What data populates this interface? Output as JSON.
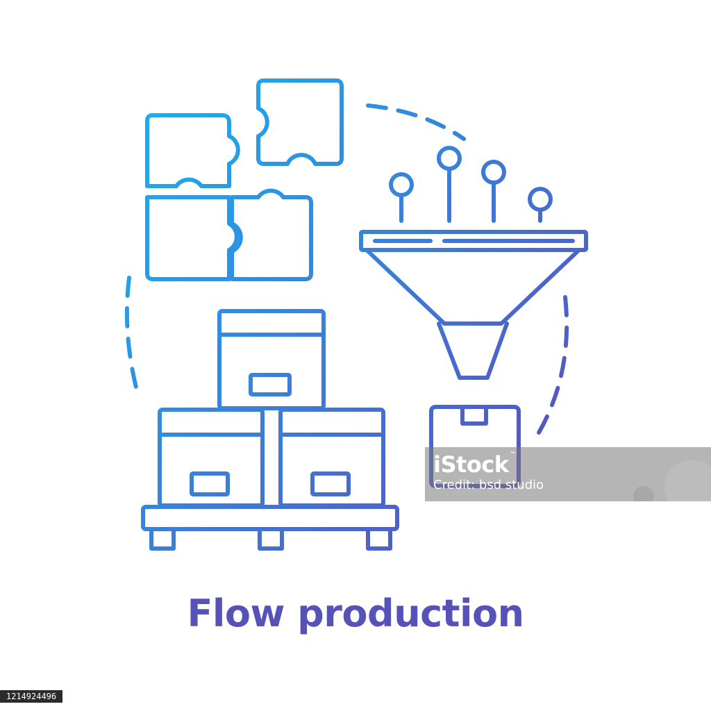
{
  "title": "Flow production",
  "watermark": {
    "logo": "iStock",
    "trademark": "™",
    "credit": "Credit: bsd studio"
  },
  "stock_id": "1214924496",
  "colors": {
    "gradient_start": "#1ab0f0",
    "gradient_end": "#5a4fc0",
    "title": "#5752b8"
  },
  "icons": [
    "puzzle-icon",
    "funnel-icon",
    "boxes-pallet-icon",
    "box-icon",
    "dashed-circle"
  ]
}
